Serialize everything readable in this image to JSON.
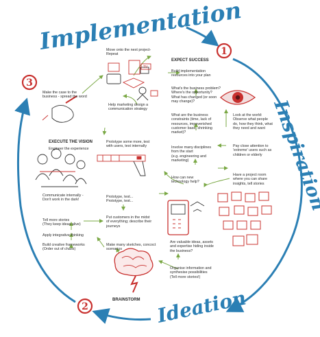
{
  "colors": {
    "cycle": "#2b7fb4",
    "accent": "#c8302e",
    "ink": "#333333",
    "green": "#7aa845"
  },
  "phases": {
    "implementation": "Implementation",
    "inspiration": "Inspiration",
    "ideation": "Ideation"
  },
  "markers": {
    "one": "1",
    "two": "2",
    "three": "3"
  },
  "headers": {
    "expect_success": "EXPECT SUCCESS",
    "execute_vision": "EXECUTE THE VISION",
    "brainstorm": "BRAINSTORM"
  },
  "labels": {
    "move_onto": "Move onto the next project-\nRepeat",
    "make_case": "Make the case to the\nbusiness - spread the word",
    "help_marketing": "Help marketing design a\ncommunication strategy",
    "build_resources": "Build implementation\nresources into your plan",
    "business_problem": "What's the business problem?\nWhere's the opportunity?\nWhat has changed (or soon\nmay change)?",
    "constraints": "What are the business\nconstraints (time, lack of\nresources, impoverished\ncustomer base, shrinking\nmarket)?",
    "look_world": "Look at the world:\nObserve what people\ndo, how they think, what\nthey need and want",
    "disciplines": "Involve many disciplines\nfrom the start\n(e.g. engineering and\nmarketing)",
    "extreme_users": "Pay close attention to\n'extreme' users such as\nchildren or elderly",
    "new_tech": "How can new\ntechnology help?",
    "project_room": "Have a project room\nwhere you can share\ninsights, tell stories",
    "engineer": "Engineer the experience",
    "prototype_more": "Prototype some more, test\nwith users, test internally",
    "communicate": "Communicate internally -\nDon't work in the dark!",
    "prototype_test": "Prototype, test...\nPrototype, test...",
    "tell_stories": "Tell more stories\n(They keep ideas alive)",
    "integrative": "Apply integrative thinking",
    "put_customers": "Put customers in the midst\nof everything; describe their\njourneys",
    "frameworks": "Build creative frameworks\n(Order out of chaos)",
    "sketches": "Make many sketches, concoct\nscenarios",
    "valuable_ideas": "Are valuable ideas, assets\nand expertise hiding inside\nthe business?",
    "organise": "Organise information and\nsynthesise possibilities\n(Tell more stories!)"
  }
}
